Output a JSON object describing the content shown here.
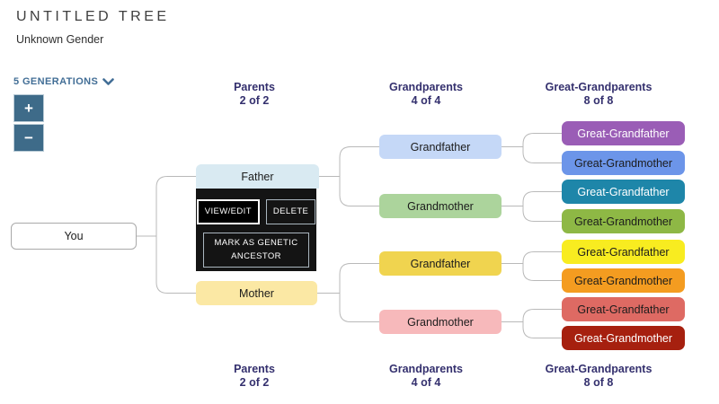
{
  "app": {
    "title": "UNTITLED TREE",
    "subtitle": "Unknown Gender"
  },
  "toolbar": {
    "generations_label": "5 GENERATIONS",
    "generations_chevron_icon": "chevron-down",
    "zoom_in_label": "+",
    "zoom_out_label": "−"
  },
  "column_headers": [
    {
      "label": "Parents",
      "count": "2 of 2"
    },
    {
      "label": "Grandparents",
      "count": "4 of 4"
    },
    {
      "label": "Great-Grandparents",
      "count": "8 of 8"
    }
  ],
  "tree": {
    "you": {
      "label": "You",
      "bg": "#ffffff",
      "text": "#1c1c1c"
    },
    "father": {
      "label": "Father",
      "bg": "#d9eaf2",
      "text": "#1c1c1c"
    },
    "mother": {
      "label": "Mother",
      "bg": "#fbe8a4",
      "text": "#1c1c1c"
    },
    "grandparents": [
      {
        "label": "Grandfather",
        "bg": "#c5d8f7",
        "text": "#1c1c1c"
      },
      {
        "label": "Grandmother",
        "bg": "#acd49c",
        "text": "#1c1c1c"
      },
      {
        "label": "Grandfather",
        "bg": "#f0d44f",
        "text": "#1c1c1c"
      },
      {
        "label": "Grandmother",
        "bg": "#f7b9bb",
        "text": "#1c1c1c"
      }
    ],
    "great_grandparents": [
      {
        "label": "Great-Grandfather",
        "bg": "#9a5db6",
        "text": "#ffffff"
      },
      {
        "label": "Great-Grandmother",
        "bg": "#6c95e9",
        "text": "#1c1c1c"
      },
      {
        "label": "Great-Grandfather",
        "bg": "#1e86a9",
        "text": "#ffffff"
      },
      {
        "label": "Great-Grandmother",
        "bg": "#8eb845",
        "text": "#1c1c1c"
      },
      {
        "label": "Great-Grandfather",
        "bg": "#f8ec20",
        "text": "#1c1c1c"
      },
      {
        "label": "Great-Grandmother",
        "bg": "#f49c20",
        "text": "#1c1c1c"
      },
      {
        "label": "Great-Grandfather",
        "bg": "#de6a63",
        "text": "#1c1c1c"
      },
      {
        "label": "Great-Grandmother",
        "bg": "#a6200f",
        "text": "#ffffff"
      }
    ]
  },
  "context_menu": {
    "view_edit_label": "VIEW/EDIT",
    "delete_label": "DELETE",
    "mark_genetic_label": "MARK AS GENETIC ANCESTOR"
  },
  "colors": {
    "accent_blue": "#426e96",
    "zoom_button_bg": "#3e6b89",
    "header_indigo": "#34306e",
    "connector_gray": "#b9b9b9",
    "menu_bg": "#141414"
  }
}
